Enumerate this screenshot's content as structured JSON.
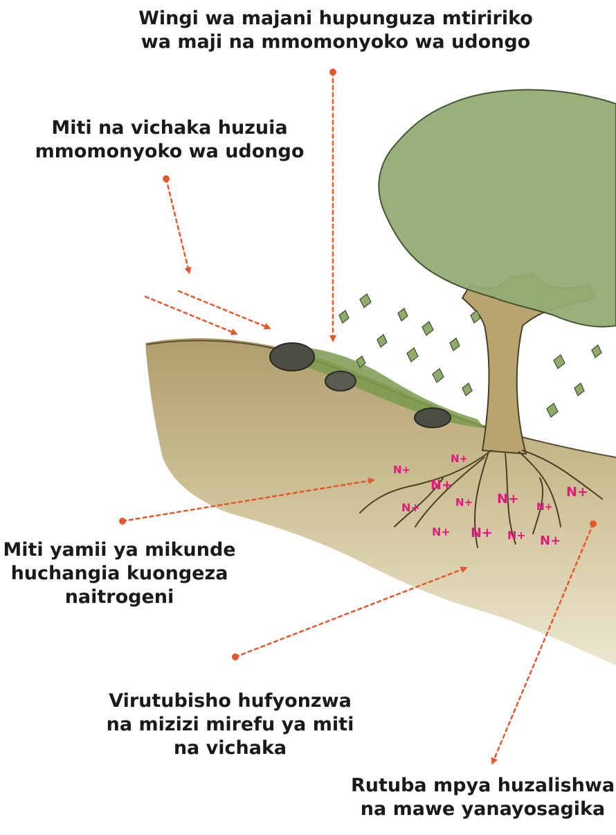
{
  "labels": {
    "grass": {
      "lines": [
        "Wingi wa majani hupunguza mtiririko",
        "wa maji na mmomonyoko wa udongo"
      ]
    },
    "trees": {
      "lines": [
        "Miti na vichaka huzuia",
        "mmomonyoko wa udongo"
      ]
    },
    "legumes": {
      "lines": [
        "Miti yamii ya mikunde",
        "huchangia kuongeza",
        "naitrogeni"
      ]
    },
    "roots": {
      "lines": [
        "Virutubisho hufyonzwa",
        "na mizizi mirefu ya miti",
        "na vichaka"
      ]
    },
    "rocks": {
      "lines": [
        "Rutuba mpya huzalishwa",
        "na mawe yanayosagika"
      ]
    }
  },
  "nutrient_symbol": "N+",
  "colors": {
    "arrow": "#e5572a",
    "nutrient": "#e0197d",
    "soil": "#c8b98a",
    "grass": "#7a9a4c",
    "foliage": "#93ad74",
    "trunk": "#b8a46e"
  }
}
